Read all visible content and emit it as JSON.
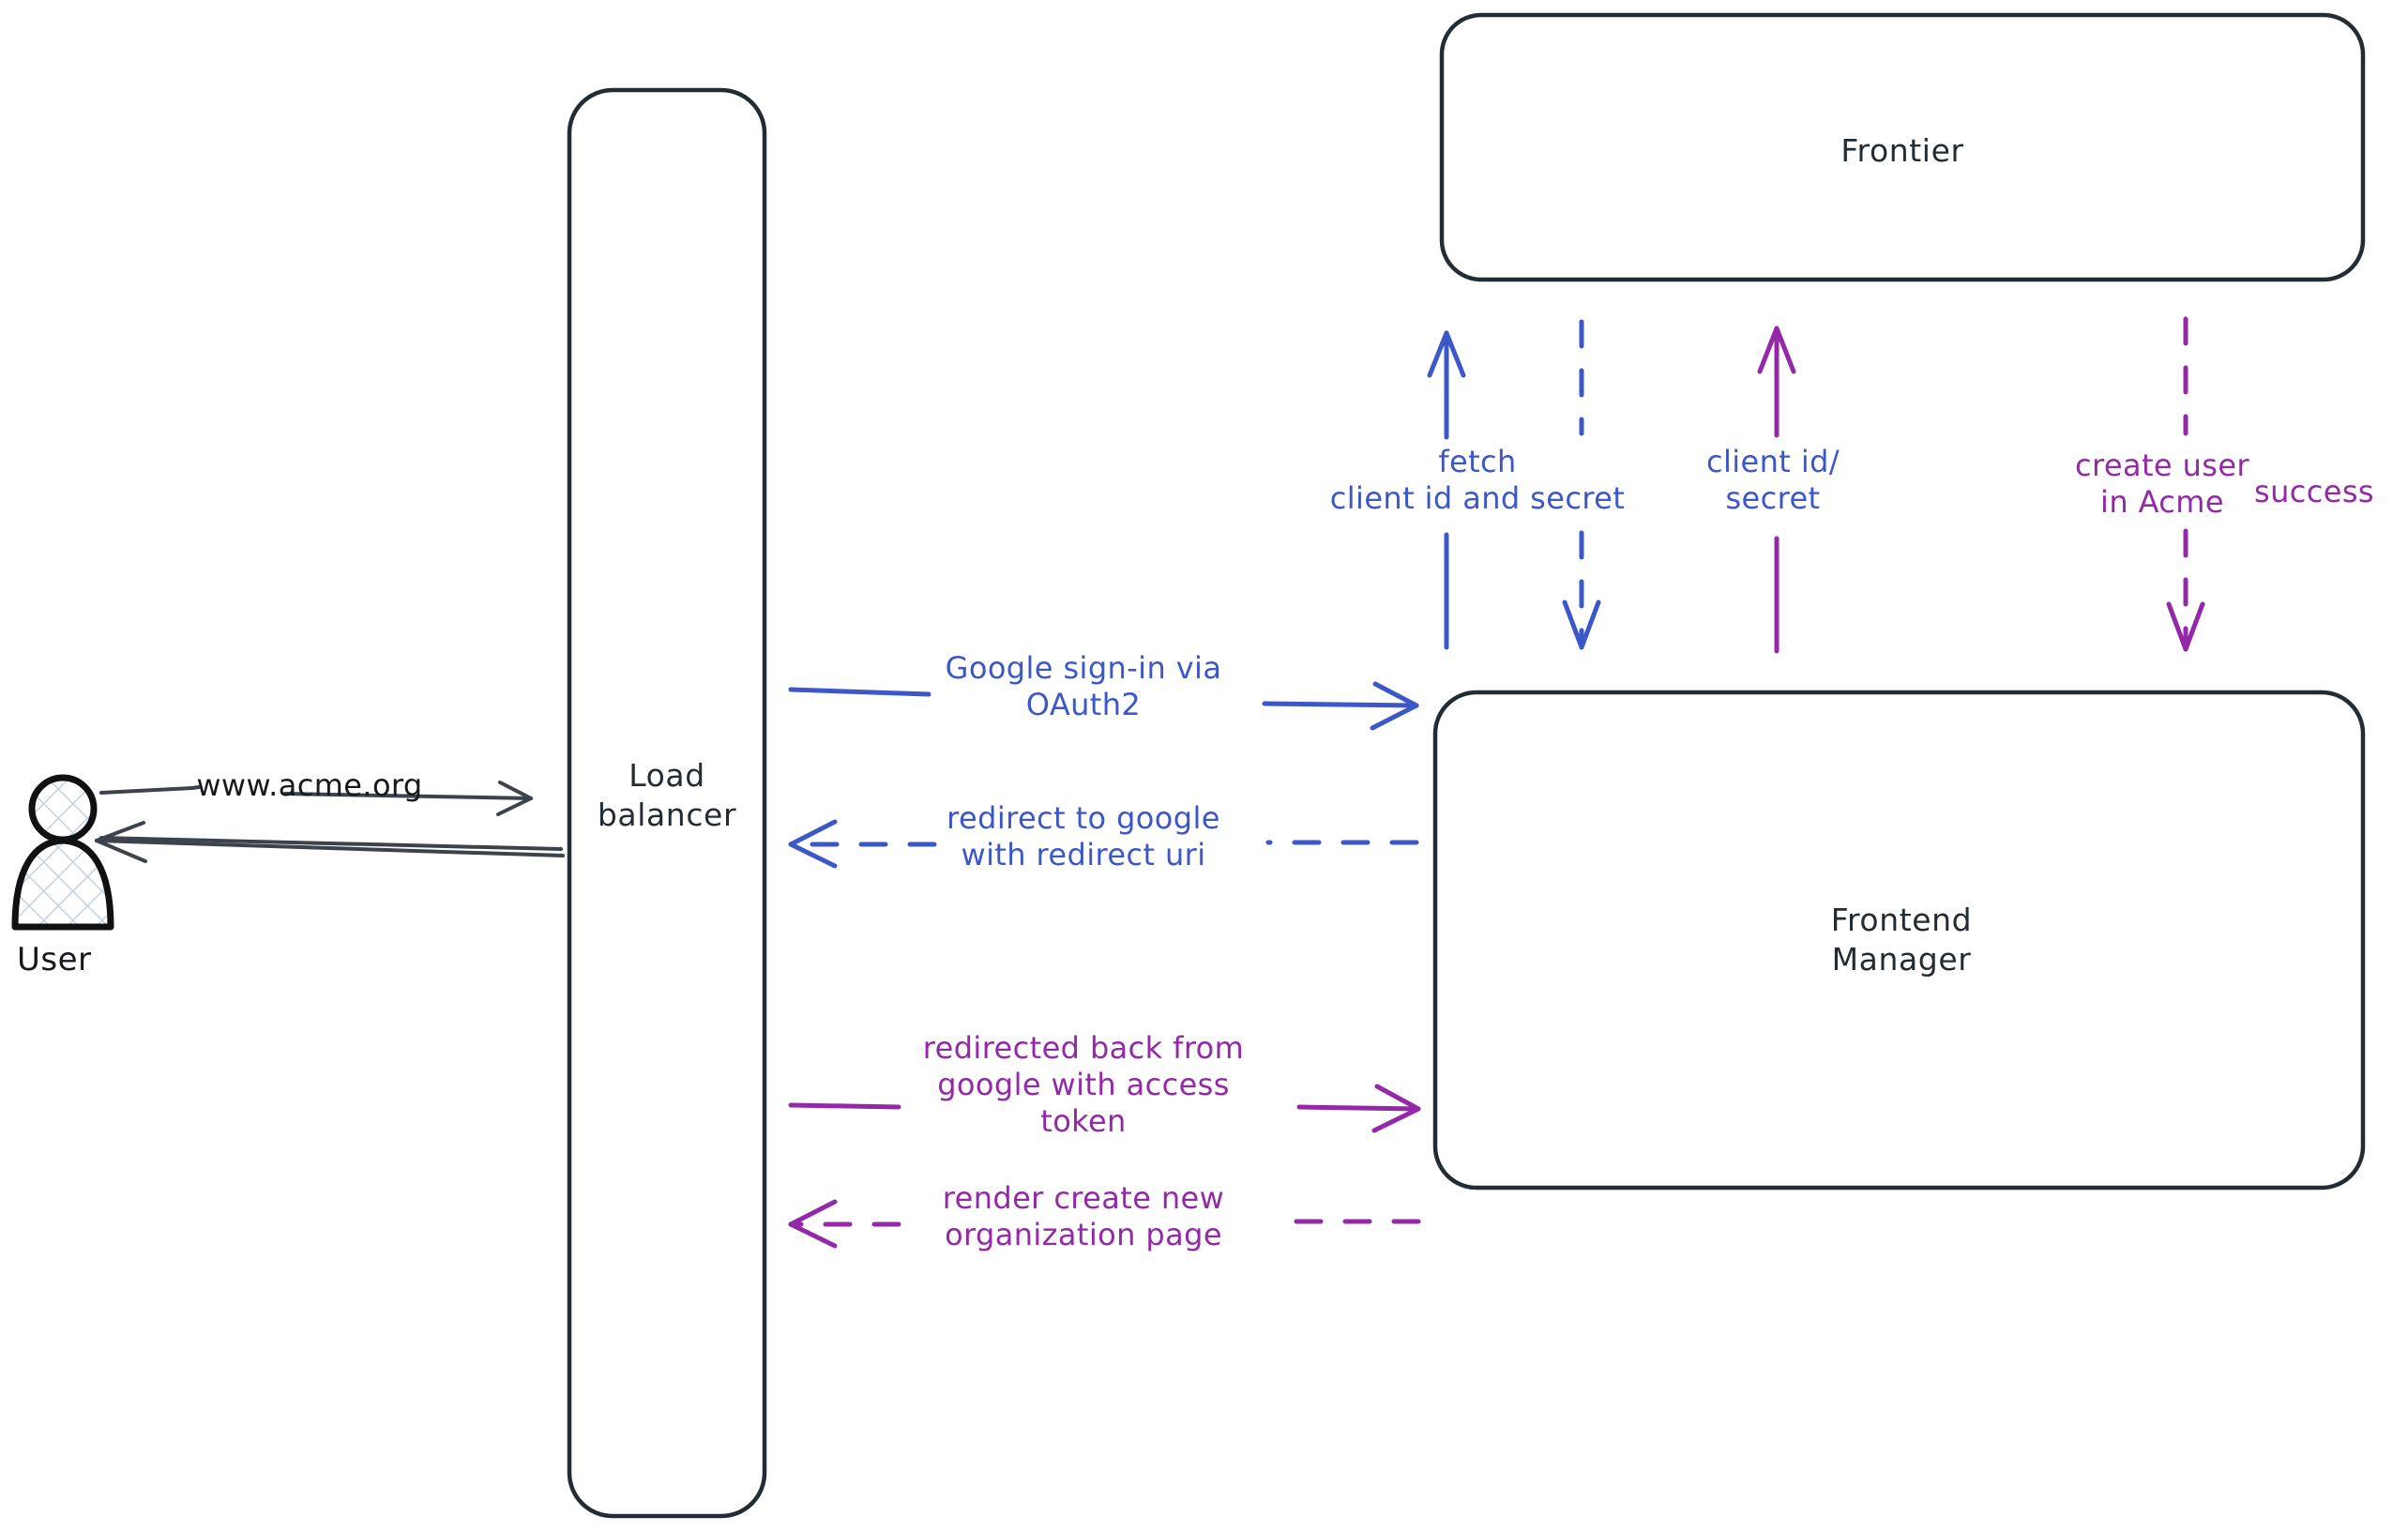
{
  "diagram": {
    "title": "Google OAuth2 sign-in sequence",
    "background": "#ffffff",
    "colors": {
      "stroke_dark": "#232b33",
      "actor_outline": "#111111",
      "actor_hatch": "#c6d0de",
      "blue": "#3b57c8",
      "purple": "#9429a8",
      "gray_arrow": "#3c434d"
    }
  },
  "actors": [
    {
      "id": "user",
      "icon": "user-person-icon",
      "caption": "User"
    }
  ],
  "nodes": [
    {
      "id": "load-balancer",
      "label": "Load\nbalancer",
      "shape": "rounded-rect"
    },
    {
      "id": "frontier",
      "label": "Frontier",
      "shape": "rounded-rect"
    },
    {
      "id": "frontend-manager",
      "label": "Frontend\nManager",
      "shape": "rounded-rect"
    }
  ],
  "edges": [
    {
      "id": "user-to-lb",
      "label": "www.acme.org",
      "color": "#3c434d",
      "style": "solid",
      "direction": "right",
      "from": "user",
      "to": "load-balancer"
    },
    {
      "id": "lb-to-user",
      "label": "",
      "color": "#3c434d",
      "style": "solid",
      "direction": "left",
      "from": "load-balancer",
      "to": "user"
    },
    {
      "id": "lb-to-fm-signin",
      "label": "Google sign-in via\nOAuth2",
      "color": "#3b57c8",
      "style": "solid",
      "direction": "right",
      "from": "load-balancer",
      "to": "frontend-manager"
    },
    {
      "id": "fm-to-lb-redirect",
      "label": "redirect to google\nwith redirect uri",
      "color": "#3b57c8",
      "style": "dashed",
      "direction": "left",
      "from": "frontend-manager",
      "to": "load-balancer"
    },
    {
      "id": "lb-to-fm-token",
      "label": "redirected back from\ngoogle with access\ntoken",
      "color": "#9429a8",
      "style": "solid",
      "direction": "right",
      "from": "load-balancer",
      "to": "frontend-manager"
    },
    {
      "id": "fm-to-lb-render",
      "label": "render create new\norganization page",
      "color": "#9429a8",
      "style": "dashed",
      "direction": "left",
      "from": "frontend-manager",
      "to": "load-balancer"
    },
    {
      "id": "fm-to-frontier-fetch",
      "label": "fetch\nclient id and secret",
      "color": "#3b57c8",
      "style": "solid",
      "direction": "up",
      "from": "frontend-manager",
      "to": "frontier"
    },
    {
      "id": "frontier-to-fm-secret",
      "label": "client id/\nsecret",
      "color": "#3b57c8",
      "style": "dashed",
      "direction": "down",
      "from": "frontier",
      "to": "frontend-manager"
    },
    {
      "id": "fm-to-frontier-create",
      "label": "create user\nin Acme",
      "color": "#9429a8",
      "style": "solid",
      "direction": "up",
      "from": "frontend-manager",
      "to": "frontier"
    },
    {
      "id": "frontier-to-fm-success",
      "label": "success",
      "color": "#9429a8",
      "style": "dashed",
      "direction": "down",
      "from": "frontier",
      "to": "frontend-manager"
    }
  ]
}
